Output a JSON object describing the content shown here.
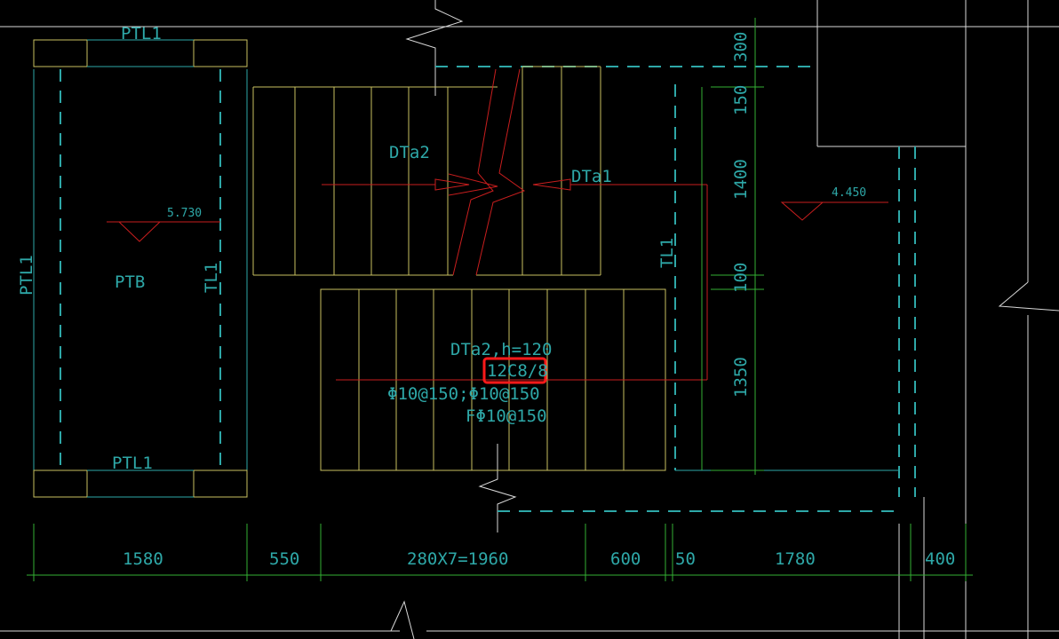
{
  "colors": {
    "background": "#000000",
    "wall": "#d8d8d8",
    "beam_dashed": "#2ea8a8",
    "stair": "#c8c060",
    "dimension": "#33b033",
    "section_line": "#c81e1e",
    "text": "#2ea8a8",
    "highlight": "#ff1a1a"
  },
  "labels": {
    "ptl1_top": "PTL1",
    "ptl1_bottom": "PTL1",
    "ptl1_left": "PTL1",
    "ptb": "PTB",
    "tl1_left": "TL1",
    "tl1_right": "TL1",
    "dta2": "DTa2",
    "dta1": "DTa1",
    "elev_left": "5.730",
    "elev_right": "4.450",
    "slab_spec": "DTa2,h=120",
    "highlighted_rebar": "12C8/8",
    "rebar_top": "Φ10@150;Φ10@150",
    "rebar_bottom": "FΦ10@150"
  },
  "dims_bottom": [
    "1580",
    "550",
    "280X7=1960",
    "600",
    "50",
    "1780",
    "400"
  ],
  "dims_right": [
    "300",
    "150",
    "1400",
    "100",
    "1350"
  ]
}
